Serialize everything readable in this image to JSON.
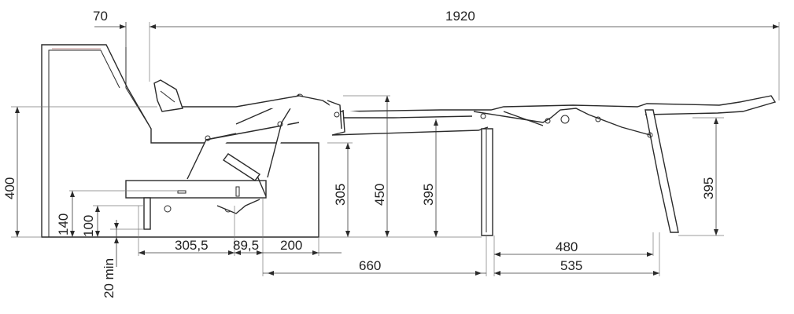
{
  "dimensions": {
    "top_left": "70",
    "top_total": "1920",
    "height_total": "400",
    "height_140": "140",
    "height_100": "100",
    "min_20": "20 min",
    "offset_305_5": "305,5",
    "offset_89_5": "89,5",
    "offset_200": "200",
    "offset_660": "660",
    "height_305": "305",
    "height_450": "450",
    "height_395_mid": "395",
    "height_395_right": "395",
    "span_480": "480",
    "span_535": "535"
  },
  "colors": {
    "line": "#2b2b2b",
    "dimension": "#3a3a3a",
    "extension": "#7a7a7a",
    "hatch": "#b06a6a"
  }
}
